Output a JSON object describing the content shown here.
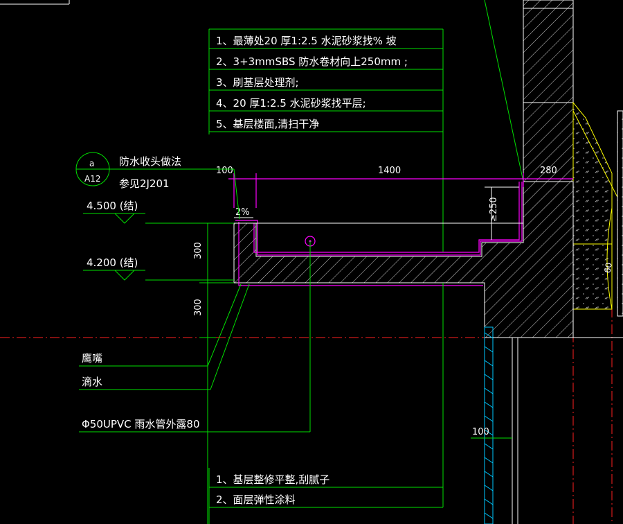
{
  "top_notes": [
    "1、最薄处20 厚1:2.5  水泥砂浆找% 坡",
    "2、3+3mmSBS    防水卷材向上250mm    ;",
    "3、刷基层处理剂;",
    "4、20 厚1:2.5  水泥砂浆找平层;",
    "5、基层楼面,清扫干净"
  ],
  "bottom_notes": [
    "1、基层整修平整,刮腻子",
    "2、面层弹性涂料"
  ],
  "detail_ref": {
    "title": "防水收头做法",
    "ref": "参见2J201",
    "num": "a",
    "sheet": "A12"
  },
  "levels": [
    "4.500  (结)",
    "4.200  (结)"
  ],
  "dims": {
    "d100_top": "100",
    "d1400": "1400",
    "d280": "280",
    "d250": "≥250",
    "slope": "2%",
    "h300a": "300",
    "h300b": "300",
    "d100_wall": "100",
    "circle_60": "60"
  },
  "callouts": {
    "eagle_beak": "鹰嘴",
    "drip": "滴水",
    "pipe": "Φ50UPVC   雨水管外露80"
  }
}
